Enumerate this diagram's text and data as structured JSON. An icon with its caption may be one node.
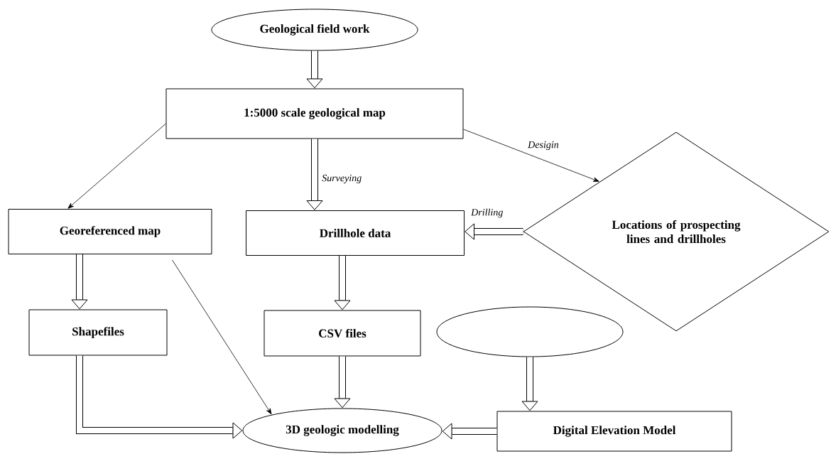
{
  "diagram": {
    "nodes": [
      {
        "text": [
          "Geological field work"
        ]
      },
      {
        "text": [
          "1:5000 scale geological map"
        ]
      },
      {
        "text": [
          "Georeferenced map"
        ]
      },
      {
        "text": [
          "Drillhole data"
        ]
      },
      {
        "text": [
          "Locations of prospecting lines and drillholes"
        ]
      },
      {
        "text": [
          "Shapefiles"
        ]
      },
      {
        "text": [
          "CSV files"
        ]
      },
      {
        "text": [],
        "shape": "ellipse"
      },
      {
        "text": [
          "3D geologic modelling"
        ]
      },
      {
        "text": [
          "Digital Elevation Model"
        ]
      }
    ],
    "edges": [
      {
        "from": 0,
        "to": 1,
        "arrow": "to"
      },
      {
        "from": 1,
        "to": 2,
        "arrow": "to"
      },
      {
        "from": 1,
        "to": 3,
        "arrow": "to",
        "label": "Surveying"
      },
      {
        "from": 1,
        "to": 4,
        "arrow": "to",
        "label": "Desigin"
      },
      {
        "from": 4,
        "to": 3,
        "arrow": "to",
        "label": "Drilling"
      },
      {
        "from": 2,
        "to": 5,
        "arrow": "to"
      },
      {
        "from": 2,
        "to": 8,
        "arrow": "to"
      },
      {
        "from": 3,
        "to": 6,
        "arrow": "to"
      },
      {
        "from": 5,
        "to": 8,
        "arrow": "to"
      },
      {
        "from": 6,
        "to": 8,
        "arrow": "to"
      },
      {
        "from": 7,
        "to": 9,
        "arrow": "to"
      },
      {
        "from": 9,
        "to": 8,
        "arrow": "to"
      }
    ]
  }
}
